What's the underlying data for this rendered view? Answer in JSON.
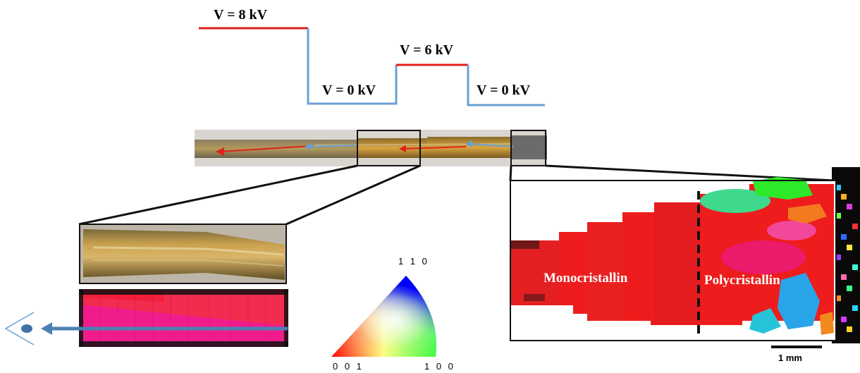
{
  "voltage_profile": {
    "labels": [
      "V = 8 kV",
      "V = 0 kV",
      "V = 6 kV",
      "V = 0 kV"
    ],
    "colors": {
      "on": "#e0201c",
      "off": "#6aa0d4"
    }
  },
  "ipf_triangle": {
    "label_top": "1 1 0",
    "label_left": "0 0 1",
    "label_right": "1 0 0"
  },
  "ebsd_map": {
    "mono_label": "Monocristallin",
    "poly_label": "Polycristallin"
  },
  "scale_bar": {
    "label": "1 mm"
  }
}
